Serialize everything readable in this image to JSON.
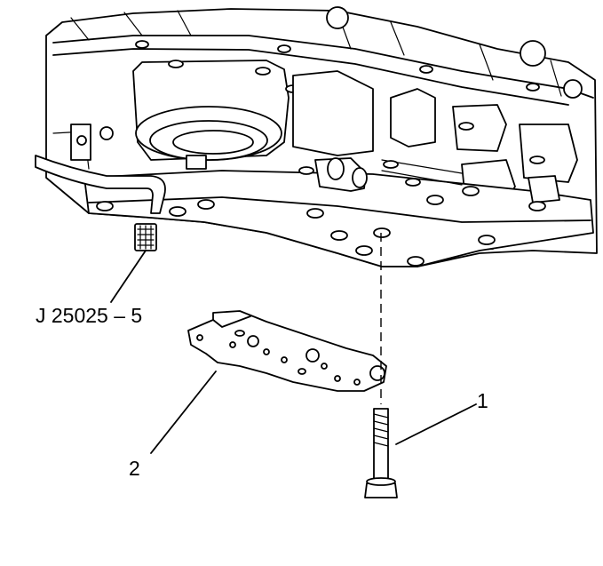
{
  "callouts": {
    "tool": "J 25025 – 5",
    "item_1": "1",
    "item_2": "2"
  },
  "colors": {
    "line": "#000000",
    "background": "#ffffff"
  }
}
